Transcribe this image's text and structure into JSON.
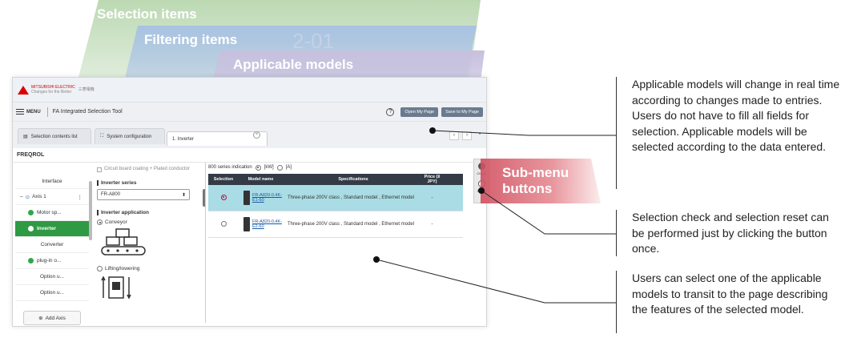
{
  "ribbons": {
    "selection": "Selection items",
    "filtering": "Filtering items",
    "applicable": "Applicable models",
    "ghost_text": "2-01"
  },
  "app": {
    "logo_brand": "MITSUBISHI ELECTRIC",
    "logo_tagline": "Changes for the Better",
    "logo_jp": "三菱電機",
    "menu_label": "MENU",
    "title": "FA Integrated Selection Tool",
    "help_icon": "question-circle-icon",
    "open_my_page": "Open My Page",
    "save_to_my_page": "Save to My Page",
    "tabs": {
      "contents": "Selection contents list",
      "system": "System configuration",
      "inverter": "1. Inverter"
    },
    "nav_prev": "‹",
    "nav_next": "›",
    "nav_more": "•",
    "section": "FREQROL",
    "left_nav": {
      "interface": "Interface",
      "axis": "Axis 1",
      "items": [
        "Motor sp...",
        "Inverter",
        "Converter",
        "plug-in o...",
        "Option u...",
        "Option u..."
      ],
      "add_axis": "Add Axis"
    },
    "filters": {
      "circuit_board": "Circuit board coating + Plated conductor",
      "series_header": "Inverter series",
      "series_value": "FR-A800",
      "application_header": "Inverter application",
      "opt_conveyor": "Conveyor",
      "opt_lifting": "Lifting/lowering"
    },
    "table": {
      "indication_label": "800 series indication",
      "unit_kw": "[kW]",
      "unit_a": "[A]",
      "headers": [
        "Selection",
        "Model name",
        "Specifications",
        "Price (¥ JPY)"
      ],
      "rows": [
        {
          "model": "FR-A820-0.4K-E1-60",
          "spec": "Three-phase 200V class , Standard model , Ethernet model",
          "price": "-"
        },
        {
          "model": "FR-A820-0.4K-E2-60",
          "spec": "Three-phase 200V class , Standard model , Ethernet model",
          "price": "-"
        }
      ]
    },
    "submenu": {
      "check": "Check",
      "reset": "Reset"
    }
  },
  "submenu_label": "Sub-menu buttons",
  "callouts": {
    "first": "Applicable models will change in real time according to changes made to entries.\nUsers do not have to fill all fields for selection. Applicable models will be selected according to the data entered.",
    "second": "Selection check and selection reset can be performed just by clicking the button once.",
    "third": "Users can select one of the applicable models to transit to the page describing the features of the selected model."
  }
}
